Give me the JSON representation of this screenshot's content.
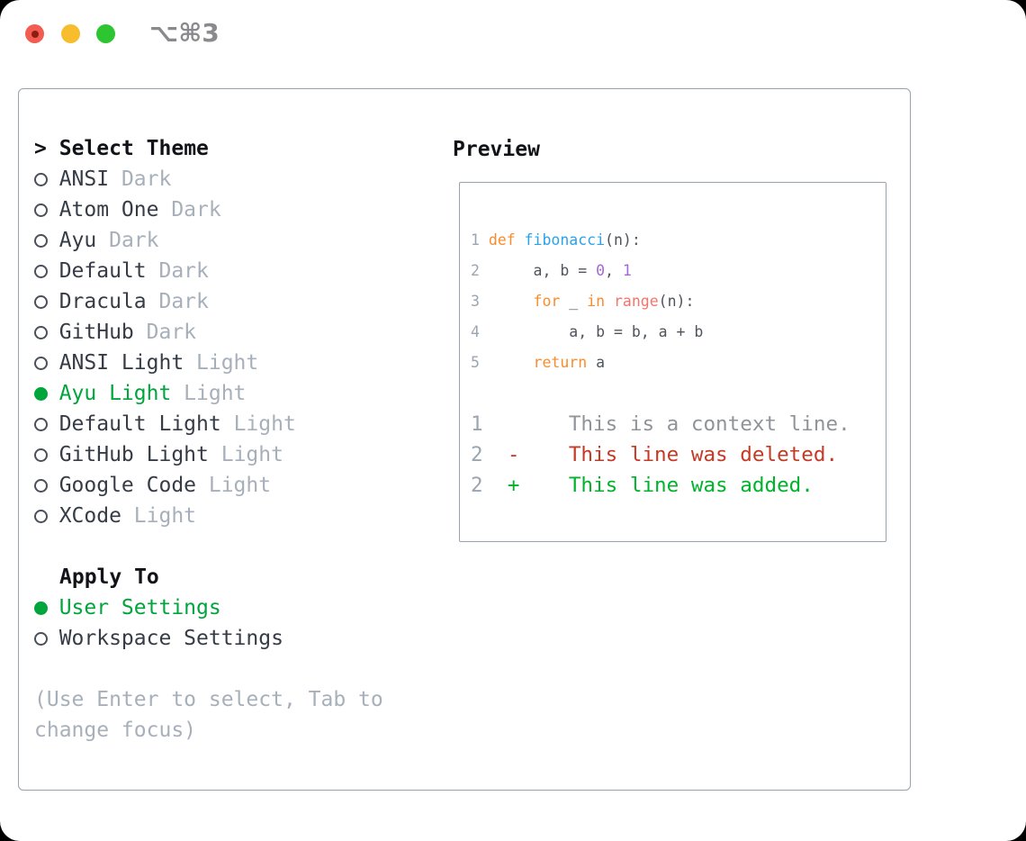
{
  "titlebar": {
    "shortcut_label": "⌥⌘3"
  },
  "theme_list": {
    "prompt": ">",
    "title": "Select Theme",
    "items": [
      {
        "name": "ANSI",
        "variant": "Dark",
        "selected": false
      },
      {
        "name": "Atom One",
        "variant": "Dark",
        "selected": false
      },
      {
        "name": "Ayu",
        "variant": "Dark",
        "selected": false
      },
      {
        "name": "Default",
        "variant": "Dark",
        "selected": false
      },
      {
        "name": "Dracula",
        "variant": "Dark",
        "selected": false
      },
      {
        "name": "GitHub",
        "variant": "Dark",
        "selected": false
      },
      {
        "name": "ANSI Light",
        "variant": "Light",
        "selected": false
      },
      {
        "name": "Ayu Light",
        "variant": "Light",
        "selected": true
      },
      {
        "name": "Default Light",
        "variant": "Light",
        "selected": false
      },
      {
        "name": "GitHub Light",
        "variant": "Light",
        "selected": false
      },
      {
        "name": "Google Code",
        "variant": "Light",
        "selected": false
      },
      {
        "name": "XCode",
        "variant": "Light",
        "selected": false
      }
    ]
  },
  "apply_to": {
    "title": "Apply To",
    "options": [
      {
        "label": "User Settings",
        "selected": true
      },
      {
        "label": "Workspace Settings",
        "selected": false
      }
    ]
  },
  "hint": "(Use Enter to select, Tab to change focus)",
  "preview": {
    "title": "Preview",
    "code_lines": [
      {
        "num": "1",
        "size": "code",
        "tokens": [
          {
            "c": "plain",
            "t": " "
          },
          {
            "c": "keyword",
            "t": "def"
          },
          {
            "c": "plain",
            "t": " "
          },
          {
            "c": "function",
            "t": "fibonacci"
          },
          {
            "c": "plain",
            "t": "(n):"
          }
        ]
      },
      {
        "num": "2",
        "size": "code",
        "tokens": [
          {
            "c": "plain",
            "t": "      a, b = "
          },
          {
            "c": "number",
            "t": "0"
          },
          {
            "c": "plain",
            "t": ", "
          },
          {
            "c": "number",
            "t": "1"
          }
        ]
      },
      {
        "num": "3",
        "size": "code",
        "tokens": [
          {
            "c": "plain",
            "t": "      "
          },
          {
            "c": "keyword",
            "t": "for"
          },
          {
            "c": "plain",
            "t": " _ "
          },
          {
            "c": "keyword",
            "t": "in"
          },
          {
            "c": "plain",
            "t": " "
          },
          {
            "c": "builtin",
            "t": "range"
          },
          {
            "c": "plain",
            "t": "(n):"
          }
        ]
      },
      {
        "num": "4",
        "size": "code",
        "tokens": [
          {
            "c": "plain",
            "t": "          a, b = b, a + b"
          }
        ]
      },
      {
        "num": "5",
        "size": "code",
        "tokens": [
          {
            "c": "plain",
            "t": "      "
          },
          {
            "c": "keyword",
            "t": "return"
          },
          {
            "c": "plain",
            "t": " a"
          }
        ]
      },
      {
        "num": "",
        "size": "code",
        "tokens": []
      },
      {
        "num": "1",
        "size": "diff",
        "tokens": [
          {
            "c": "context",
            "t": "       This is a context line."
          }
        ]
      },
      {
        "num": "2",
        "size": "diff",
        "tokens": [
          {
            "c": "deleted",
            "t": "  -    This line was deleted."
          }
        ]
      },
      {
        "num": "2",
        "size": "diff",
        "tokens": [
          {
            "c": "added",
            "t": "  +    This line was added."
          }
        ]
      }
    ]
  },
  "colors": {
    "selection-green": "#00a53c",
    "added-green": "#00b32a",
    "deleted-red": "#c43a24",
    "context-gray": "#909498",
    "line-num": "#9aa5b1",
    "code-text": "#4f545b",
    "keyword": "#f88c2e",
    "function": "#29a2ec",
    "number": "#a667d6",
    "builtin": "#f3746c",
    "muted": "#a7b0ba",
    "text-dark": "#363c46",
    "title-black": "#111318",
    "border-gray": "#99a2ac",
    "radio-ring": "#4a505a",
    "traffic-red": "#f45c51",
    "traffic-yellow": "#f8bd2d",
    "traffic-green": "#2dc632",
    "shortcut-gray": "#8a8a8e"
  }
}
